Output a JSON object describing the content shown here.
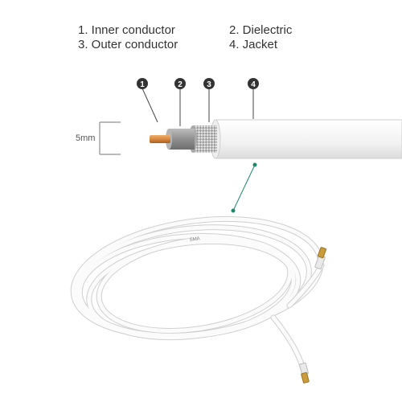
{
  "legend": {
    "item1": "1. Inner conductor",
    "item2": "2. Dielectric",
    "item3": "3. Outer conductor",
    "item4": "4. Jacket"
  },
  "markers": [
    "1",
    "2",
    "3",
    "4"
  ],
  "dimension_label": "5mm",
  "cable_print": "SMA",
  "colors": {
    "copper": "#d98a3e",
    "dielectric": "#9a9a9a",
    "braid": "#8c8c8c",
    "jacket": "#f6f6f6",
    "marker": "#333333",
    "leader_accent": "#1a8a6a",
    "connector_gold": "#c99b3a"
  }
}
